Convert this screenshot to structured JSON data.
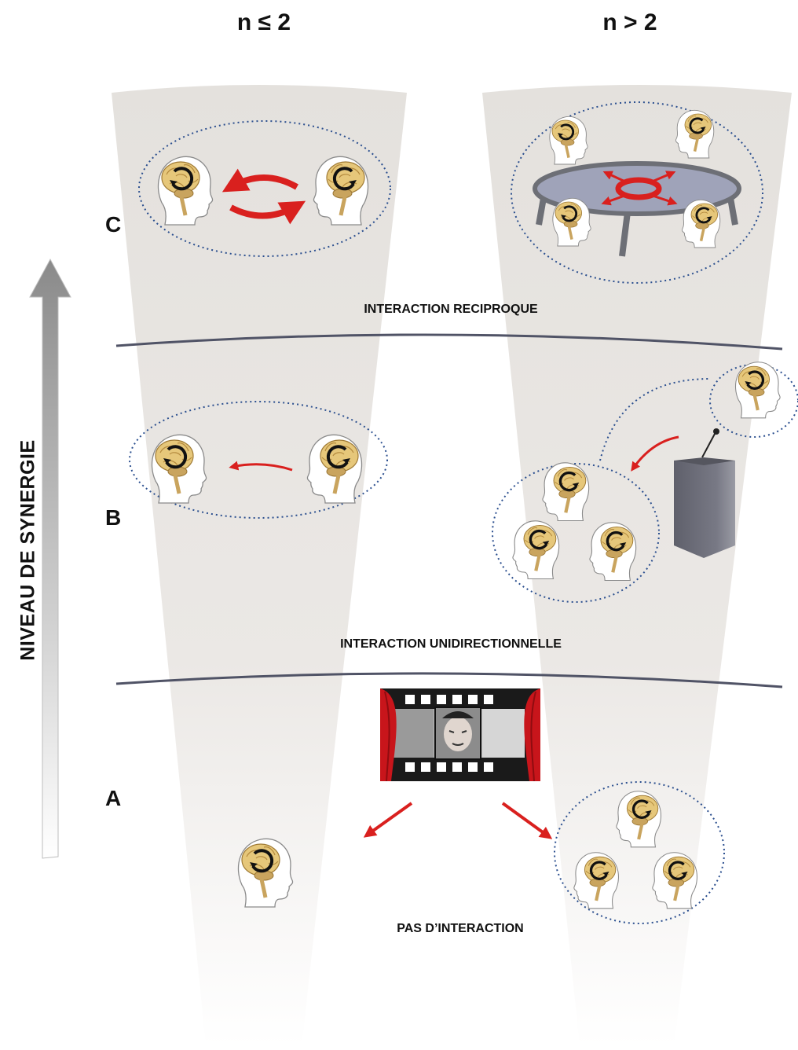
{
  "columns": [
    {
      "label": "n ≤ 2"
    },
    {
      "label": "n > 2"
    }
  ],
  "levels": [
    {
      "letter": "C",
      "band_label": "INTERACTION RECIPROQUE"
    },
    {
      "letter": "B",
      "band_label": "INTERACTION UNIDIRECTIONNELLE"
    },
    {
      "letter": "A",
      "band_label": "PAS D’INTERACTION"
    }
  ],
  "axis": {
    "label": "NIVEAU DE SYNERGIE"
  },
  "colors": {
    "funnel": "#e6e3df",
    "arrow_red": "#d9201e",
    "dotted_blue": "#2b4f8f",
    "divider": "#505366",
    "table": "#9fa3b9",
    "podium": "#6e6f7a",
    "curtain": "#c8151b",
    "brain": "#e7c878"
  },
  "icons": [
    "head-with-brain-icon",
    "round-table-icon",
    "podium-icon",
    "cinema-screen-icon"
  ]
}
